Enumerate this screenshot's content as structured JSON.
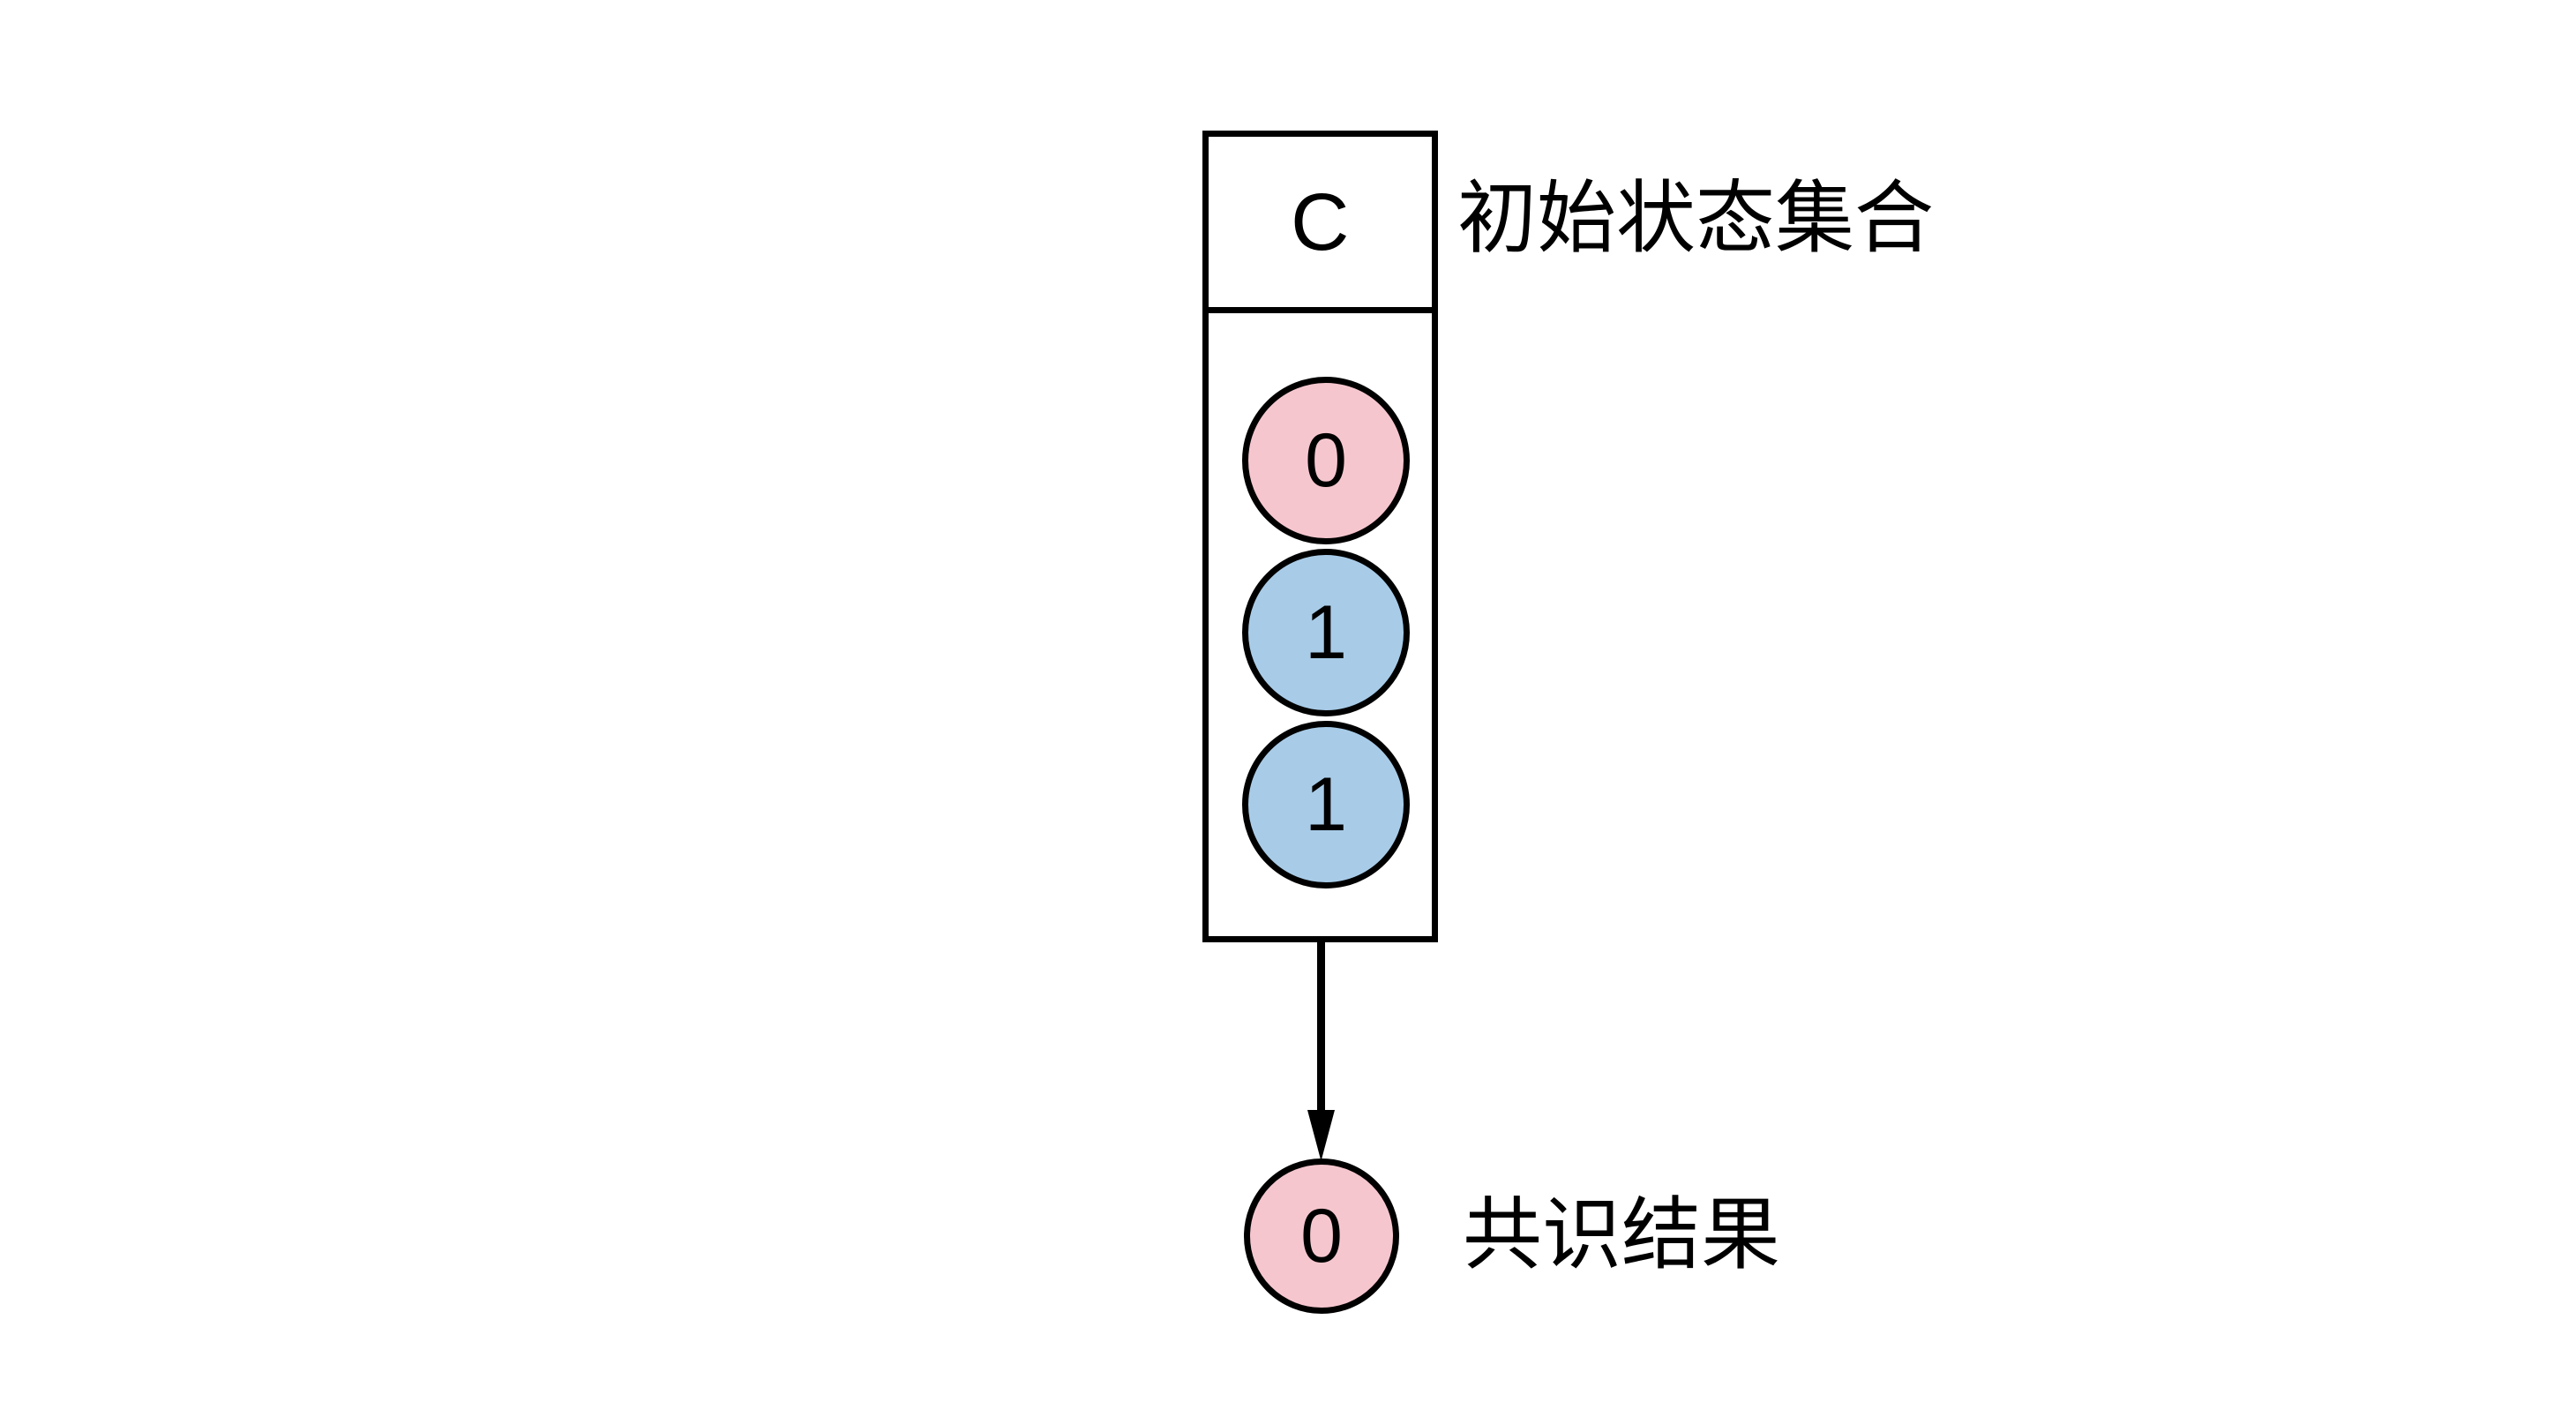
{
  "diagram": {
    "title_letter": "C",
    "initial_state_set": {
      "header": "C",
      "annotation": "初始状态集合",
      "nodes": [
        {
          "value": "0",
          "color": "#F6C6CE"
        },
        {
          "value": "1",
          "color": "#A8CCE8"
        },
        {
          "value": "1",
          "color": "#A8CCE8"
        }
      ]
    },
    "consensus_result": {
      "annotation": "共识结果",
      "node": {
        "value": "0",
        "color": "#F6C6CE"
      }
    },
    "colors": {
      "stroke": "#000000",
      "background": "#FFFFFF",
      "pink": "#F6C6CE",
      "blue": "#A8CCE8"
    }
  }
}
